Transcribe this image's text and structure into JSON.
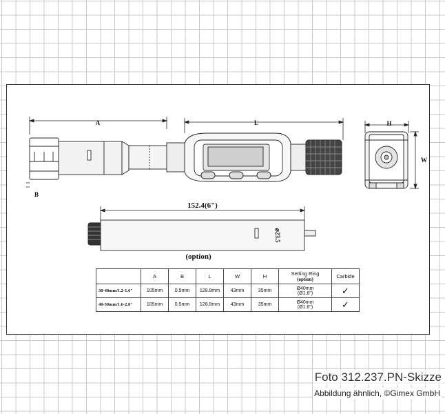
{
  "dimensions": {
    "a": "A",
    "b": "B",
    "l": "L",
    "h": "H",
    "w": "W",
    "length": "152.4(6\")",
    "diameter": "⌀23.5"
  },
  "option_label": "(option)",
  "table": {
    "headers": [
      "",
      "A",
      "B",
      "L",
      "W",
      "H"
    ],
    "setting_ring_header": "Setting Ring",
    "setting_ring_sub": "(option)",
    "carbide_header": "Carbide",
    "rows": [
      {
        "label": "30-40mm/1.2-1.6\"",
        "a": "105mm",
        "b": "0.5mm",
        "l": "128.8mm",
        "w": "43mm",
        "h": "35mm",
        "ring_mm": "Ø40mm",
        "ring_in": "(Ø1.6\")",
        "carbide": "✓"
      },
      {
        "label": "40-50mm/1.6-2.0\"",
        "a": "105mm",
        "b": "0.5mm",
        "l": "128.8mm",
        "w": "43mm",
        "h": "35mm",
        "ring_mm": "Ø40mm",
        "ring_in": "(Ø1.6\")",
        "carbide": "✓"
      }
    ]
  },
  "caption": {
    "title": "Foto 312.237.PN-Skizze",
    "subtitle": "Abbildung ähnlich, ©Gimex GmbH"
  }
}
